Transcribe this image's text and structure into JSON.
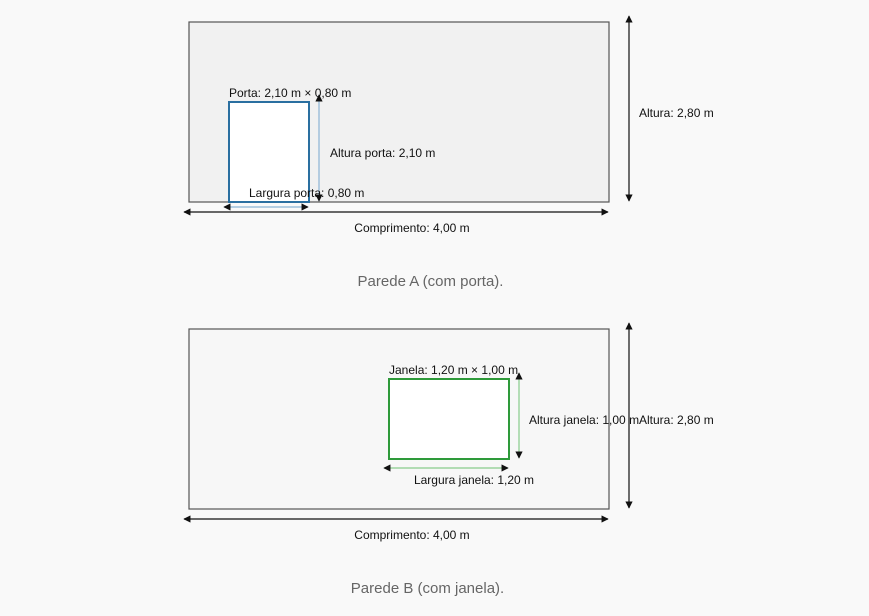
{
  "wall_a": {
    "door_label": "Porta: 2,10 m × 0,80 m",
    "door_height_label": "Altura porta: 2,10 m",
    "door_width_label": "Largura porta: 0,80 m",
    "wall_height_label": "Altura: 2,80 m",
    "wall_length_label": "Comprimento: 4,00 m",
    "caption": "Parede A (com porta).",
    "colors": {
      "wall_fill": "#f1f1f1",
      "wall_stroke": "#555555",
      "door_stroke": "#2a6fa0",
      "door_dim": "#8cb4d4"
    }
  },
  "wall_b": {
    "window_label": "Janela: 1,20 m × 1,00 m",
    "window_height_label": "Altura janela: 1,00 m",
    "window_width_label": "Largura janela: 1,20 m",
    "wall_height_label": "Altura: 2,80 m",
    "wall_length_label": "Comprimento: 4,00 m",
    "caption": "Parede B (com janela).",
    "colors": {
      "wall_fill": "#f7f7f7",
      "wall_stroke": "#555555",
      "window_stroke": "#2e9a3a",
      "window_dim": "#88cc8c"
    }
  }
}
